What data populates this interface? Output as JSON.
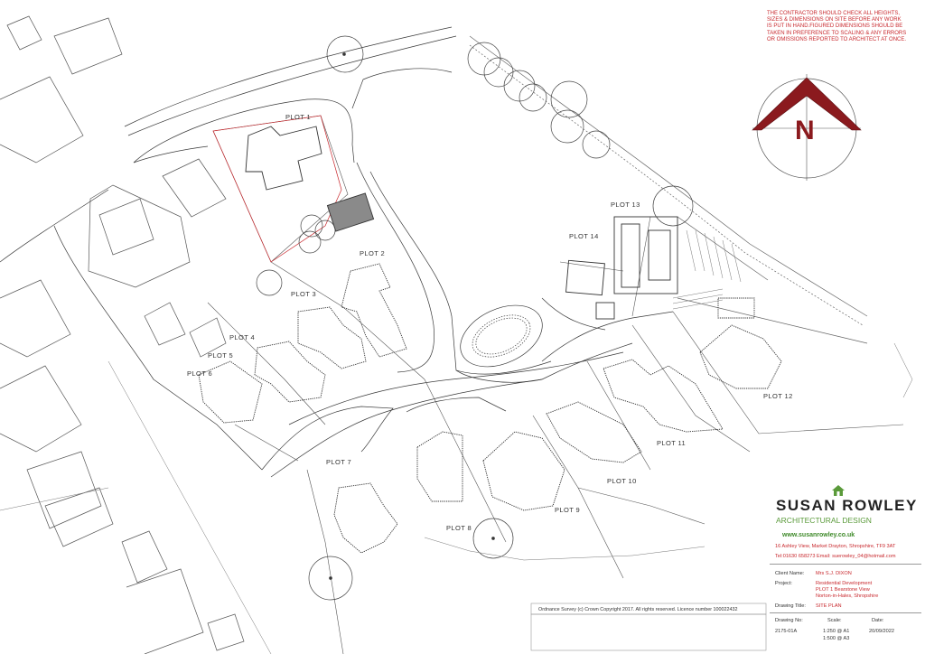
{
  "contractor_note": [
    "THE CONTRACTOR SHOULD CHECK ALL HEIGHTS,",
    "SIZES & DIMENSIONS ON SITE BEFORE ANY WORK",
    "IS PUT IN HAND.FIGURED DIMENSIONS SHOULD BE",
    "TAKEN IN PREFERENCE TO SCALING & ANY ERRORS",
    "OR OMISSIONS REPORTED TO ARCHITECT AT ONCE."
  ],
  "north_arrow": {
    "letter": "N",
    "color": "#8b1a1e"
  },
  "plots": {
    "p1": "PLOT 1",
    "p2": "PLOT 2",
    "p3": "PLOT 3",
    "p4": "PLOT 4",
    "p5": "PLOT 5",
    "p6": "PLOT 6",
    "p7": "PLOT 7",
    "p8": "PLOT 8",
    "p9": "PLOT 9",
    "p10": "PLOT 10",
    "p11": "PLOT 11",
    "p12": "PLOT 12",
    "p13": "PLOT 13",
    "p14": "PLOT 14"
  },
  "brand": {
    "name": "SUSAN ROWLEY",
    "subtitle": "ARCHITECTURAL DESIGN",
    "website": "www.susanrowley.co.uk",
    "address": "16 Ashley View, Market Drayton, Shropshire, TF9 3AT",
    "contact": "Tel:01630 658273 Email: suerowley_04@hotmail.com",
    "accent": "#5a9a3a"
  },
  "title_block": {
    "client_label": "Client Name:",
    "client_value": "Mrs S.J. DIXON",
    "project_label": "Project:",
    "project_lines": [
      "Residential Development",
      "PLOT 1 Bearstone View",
      "Norton-in-Hales, Shropshire"
    ],
    "drawing_title_label": "Drawing Title:",
    "drawing_title_value": "SITE PLAN",
    "drawing_no_label": "Drawing No:",
    "drawing_no_value": "2175-01A",
    "scale_label": "Scale:",
    "scale_lines": [
      "1:250 @ A1",
      "1:500 @ A3"
    ],
    "date_label": "Date:",
    "date_value": "20/09/2022"
  },
  "copyright": "Ordnance Survey (c) Crown Copyright 2017. All rights reserved. Licence number 100022432",
  "colors": {
    "red_text": "#c8282d",
    "linework": "#3a3a3a"
  }
}
